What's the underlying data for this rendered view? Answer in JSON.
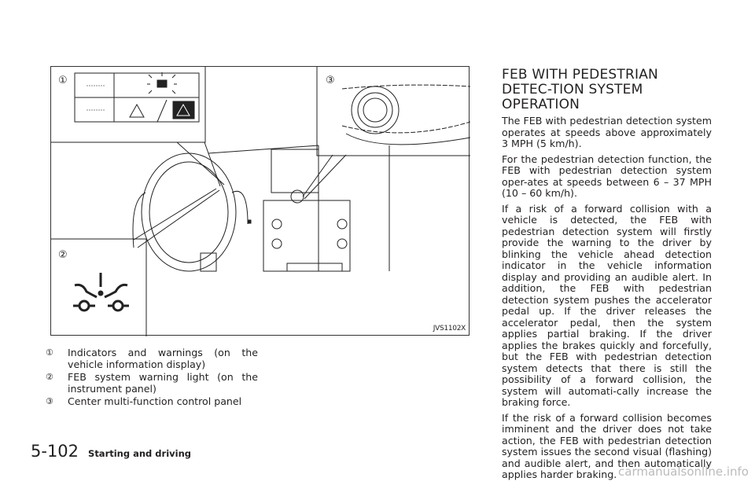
{
  "figure": {
    "code": "JVS1102X",
    "callouts": [
      "①",
      "②",
      "③"
    ]
  },
  "captions": [
    {
      "num": "①",
      "text": "Indicators and warnings (on the vehicle information display)"
    },
    {
      "num": "②",
      "text": "FEB system warning light (on the instrument panel)"
    },
    {
      "num": "③",
      "text": "Center multi-function control panel"
    }
  ],
  "section": {
    "heading": "FEB WITH PEDESTRIAN DETEC-TION SYSTEM OPERATION",
    "paragraphs": [
      "The FEB with pedestrian detection system operates at speeds above approximately 3 MPH (5 km/h).",
      "For the pedestrian detection function, the FEB with pedestrian detection system oper-ates at speeds between 6 – 37 MPH (10 – 60 km/h).",
      "If a risk of a forward collision with a vehicle is detected, the FEB with pedestrian detection system will firstly provide the warning to the driver by blinking the vehicle ahead detection indicator in the vehicle information display and providing an audible alert. In addition, the FEB with pedestrian detection system pushes the accelerator pedal up. If the driver releases the accelerator pedal, then the system applies partial braking. If the driver applies the brakes quickly and forcefully, but the FEB with pedestrian detection system detects that there is still the possibility of a forward collision, the system will automati-cally increase the braking force.",
      "If the risk of a forward collision becomes imminent and the driver does not take action, the FEB with pedestrian detection system issues the second visual (flashing) and audible alert, and then automatically applies harder braking."
    ]
  },
  "footer": {
    "page_number": "5-102",
    "section_title": "Starting and driving"
  },
  "watermark": "carmanualsonline.info"
}
